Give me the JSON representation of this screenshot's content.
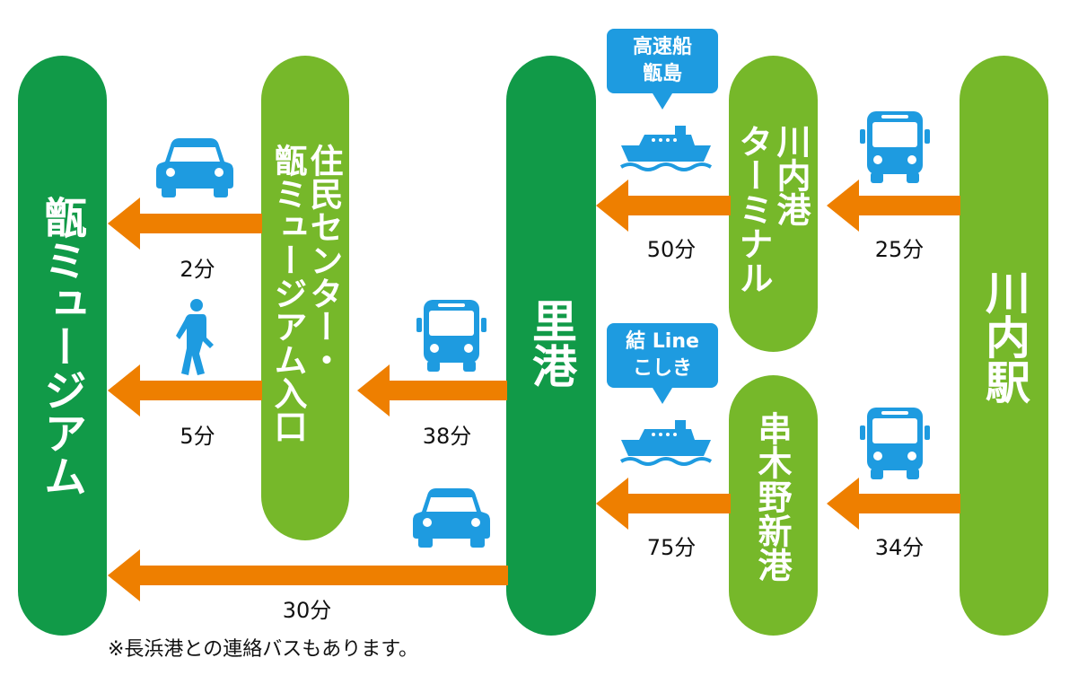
{
  "colors": {
    "dark_green": "#119a48",
    "light_green": "#76b82a",
    "arrow_orange": "#ee7f00",
    "icon_blue": "#1e9be0"
  },
  "stations": {
    "koshiki_museum": "甑ミュージアム",
    "residents_center": [
      "住民センター・",
      "甑ミュージアム入口"
    ],
    "satoko": "里港",
    "sendai_terminal": [
      "川内港",
      "ターミナル"
    ],
    "kushikino": "串木野新港",
    "sendai_station": "川内駅"
  },
  "routes": {
    "car_center_museum": "2分",
    "walk_center_museum": "5分",
    "bus_sato_center": "38分",
    "car_sato_museum": "30分",
    "ferry_terminal_sato": "50分",
    "bus_station_terminal": "25分",
    "ferry_kushikino_sato": "75分",
    "bus_station_kushikino": "34分"
  },
  "ships": {
    "high_speed": [
      "高速船",
      "甑島"
    ],
    "line": [
      "結 Line",
      "こしき"
    ]
  },
  "icons": [
    "car-icon",
    "walking-person-icon",
    "bus-icon",
    "ship-icon"
  ],
  "note": "※長浜港との連絡バスもあります。"
}
